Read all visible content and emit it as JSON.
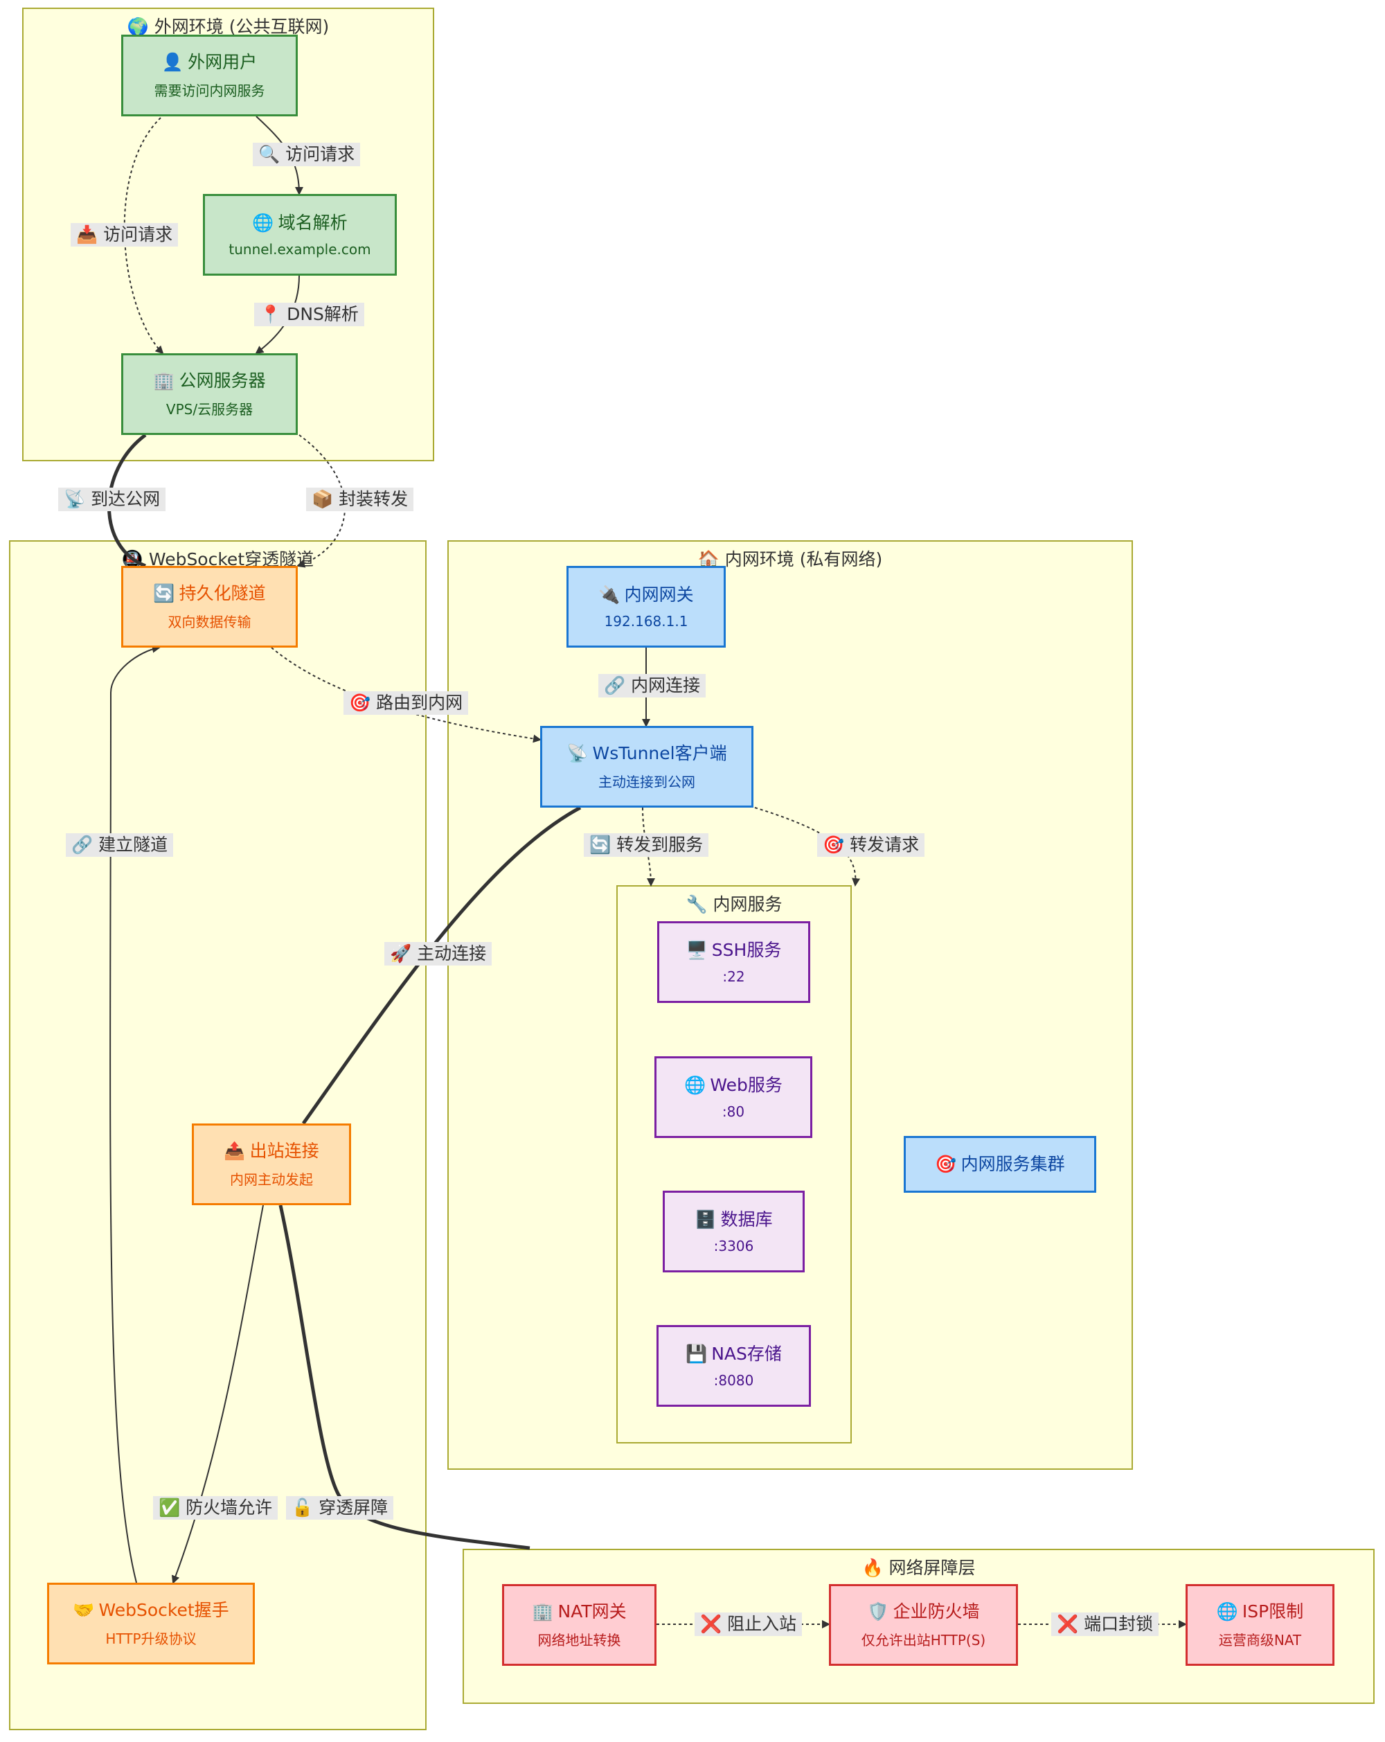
{
  "clusters": {
    "external": "🌍 外网环境 (公共互联网)",
    "tunnel": "🚇 WebSocket穿透隧道",
    "internal": "🏠 内网环境 (私有网络)",
    "services": "🔧 内网服务",
    "barrier": "🔥 网络屏障层"
  },
  "nodes": {
    "user": {
      "icon": "👤",
      "title": "外网用户",
      "sub": "需要访问内网服务"
    },
    "dns": {
      "icon": "🌐",
      "title": "域名解析",
      "sub": "tunnel.example.com"
    },
    "server": {
      "icon": "🏢",
      "title": "公网服务器",
      "sub": "VPS/云服务器"
    },
    "persistent": {
      "icon": "🔄",
      "title": "持久化隧道",
      "sub": "双向数据传输"
    },
    "outbound": {
      "icon": "📤",
      "title": "出站连接",
      "sub": "内网主动发起"
    },
    "handshake": {
      "icon": "🤝",
      "title": "WebSocket握手",
      "sub": "HTTP升级协议"
    },
    "gateway": {
      "icon": "🔌",
      "title": "内网网关",
      "sub": "192.168.1.1"
    },
    "client": {
      "icon": "📡",
      "title": "WsTunnel客户端",
      "sub": "主动连接到公网"
    },
    "ssh": {
      "icon": "🖥️",
      "title": "SSH服务",
      "sub": ":22"
    },
    "web": {
      "icon": "🌐",
      "title": "Web服务",
      "sub": ":80"
    },
    "db": {
      "icon": "🗄️",
      "title": "数据库",
      "sub": ":3306"
    },
    "nas": {
      "icon": "💾",
      "title": "NAS存储",
      "sub": ":8080"
    },
    "cluster_node": {
      "icon": "🎯",
      "title": "内网服务集群"
    },
    "nat": {
      "icon": "🏢",
      "title": "NAT网关",
      "sub": "网络地址转换"
    },
    "firewall": {
      "icon": "🛡️",
      "title": "企业防火墙",
      "sub": "仅允许出站HTTP(S)"
    },
    "isp": {
      "icon": "🌐",
      "title": "ISP限制",
      "sub": "运营商级NAT"
    }
  },
  "edges": {
    "e1": "🔍 访问请求",
    "e2": "📥 访问请求",
    "e3": "📍 DNS解析",
    "e4": "📡 到达公网",
    "e5": "📦 封装转发",
    "e6": "🎯 路由到内网",
    "e7": "🔗 建立隧道",
    "e8": "🔗 内网连接",
    "e9": "🔄 转发到服务",
    "e10": "🎯 转发请求",
    "e11": "🚀 主动连接",
    "e12": "✅ 防火墙允许",
    "e13": "🔓 穿透屏障",
    "e14": "❌ 阻止入站",
    "e15": "❌ 端口封锁"
  },
  "colors": {
    "cluster_bg": "#ffffde",
    "cluster_border": "#aaaa33",
    "green": "#c8e6c9",
    "orange": "#ffe0b2",
    "blue": "#bbdefb",
    "purple": "#f3e5f5",
    "red": "#ffcdd2",
    "edge": "#333333"
  }
}
